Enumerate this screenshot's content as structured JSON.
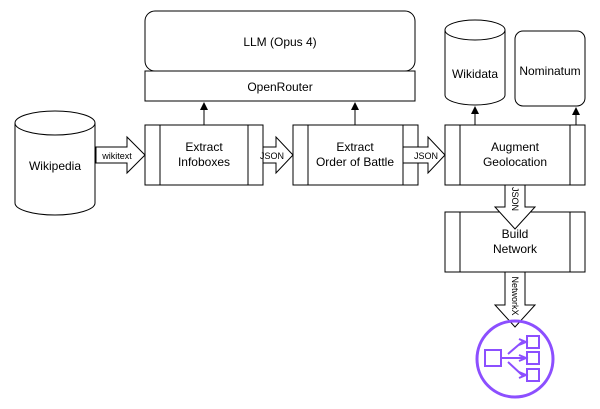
{
  "nodes": {
    "wikipedia": "Wikipedia",
    "extract_infoboxes": [
      "Extract",
      "Infoboxes"
    ],
    "extract_order": [
      "Extract",
      "Order of Battle"
    ],
    "augment_geo": [
      "Augment",
      "Geolocation"
    ],
    "build_network": [
      "Build",
      "Network"
    ],
    "llm": "LLM (Opus 4)",
    "openrouter": "OpenRouter",
    "wikidata": "Wikidata",
    "nominatum": "Nominatum"
  },
  "edges": {
    "wikitext": "wikitext",
    "json_1": "JSON",
    "json_2": "JSON",
    "json_3": "JSON",
    "networkx": "NetworkX"
  },
  "colors": {
    "stroke": "#000000",
    "networkx_icon": "#8C4FFF"
  },
  "icons": {
    "network": "network-graph-icon"
  }
}
